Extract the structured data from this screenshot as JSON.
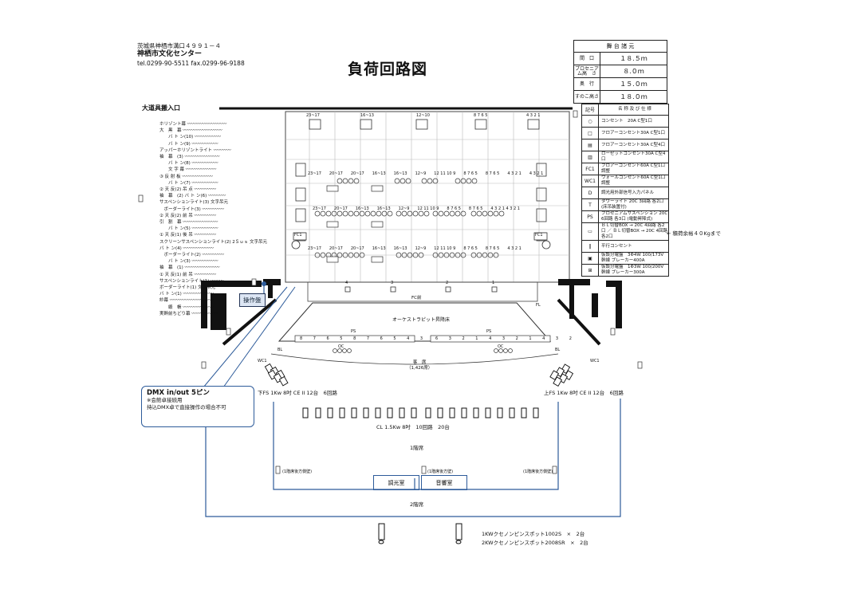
{
  "address": {
    "line1": "茨城県神栖市溝口４９９１－４",
    "org": "神栖市文化センター",
    "contact": "tel.0299-90-5511 fax.0299-96-9188"
  },
  "title": "負荷回路図",
  "stage_spec": {
    "heading": "舞 台 諸 元",
    "rows": [
      {
        "key": "間　口",
        "value": "１８.５ｍ"
      },
      {
        "key": "プロセニアム高　さ",
        "value": "８.０ｍ"
      },
      {
        "key": "奥　行",
        "value": "１５.０ｍ"
      },
      {
        "key": "すのこ高さ",
        "value": "１８.０ｍ"
      }
    ]
  },
  "legend": {
    "header_symbol": "記号",
    "header_name": "名 称 及 び 仕 様",
    "items": [
      {
        "symbol": "○",
        "text": "コンセント　20A C型1口"
      },
      {
        "symbol": "□",
        "text": "フロアーコンセント30A C型1口"
      },
      {
        "symbol": "▤",
        "text": "フロアーコンセント30A C型4口"
      },
      {
        "symbol": "▥",
        "text": "ローゼットコンセント30A C型4口"
      },
      {
        "symbol": "FC1",
        "text": "フロアーコンセント60A C型1口 調整"
      },
      {
        "symbol": "WC1",
        "text": "ウォールコンセント60A C型1口 調整"
      },
      {
        "symbol": "D",
        "text": "調光用外部信号入力パネル"
      },
      {
        "symbol": "T",
        "text": "タワーライト 20C 3回路 各2口 (床吊装置付)"
      },
      {
        "symbol": "PS",
        "text": "プロセニアムサスペンション 20C 6回路 各3口 (電動昇降式)"
      },
      {
        "symbol": "▭",
        "text": "ＢＬ切替BOX → 20C 4回路 各2口 ／ ＢＬ切替BOX → 20C 4回路 各2口"
      },
      {
        "symbol": "‖",
        "text": "平行コンセント"
      },
      {
        "symbol": "▣",
        "text": "仮設分電盤　3Φ4W 100/173V 幹線 ブレーカー400A"
      },
      {
        "symbol": "⊞",
        "text": "仮設分電盤　1Φ3W 100/200V 幹線 ブレーカー300A"
      }
    ]
  },
  "capacity_note": "← 積荷余裕４０Kgまで",
  "entrance": "大道具搬入口",
  "left_labels": [
    "ホリゾント幕 〰〰〰〰〰〰〰〰〰",
    "大　黒　幕 〰〰〰〰〰〰〰〰〰",
    "　　バ ト ン(10) 〰〰〰〰〰〰",
    "　　バ ト ン(9) 〰〰〰〰〰〰",
    "アッパーホリゾントライト 〰〰〰〰",
    "袖　幕　(3) 〰〰〰〰〰〰〰〰",
    "　　バ ト ン(8) 〰〰〰〰〰〰",
    "　　文 字 幕 〰〰〰〰〰〰〰",
    "③ 反 射 板 〰〰〰〰〰〰〰",
    "　　バ ト ン(7) 〰〰〰〰〰〰",
    "② 天 反(2) 吊 点 〰〰〰〰〰",
    "袖　幕　(2) バ ト ン(6) 〰〰〰〰",
    "サスペンションライト(3) 文字吊元",
    "　ボーダーライト(3) 〰〰〰〰〰",
    "② 天 反(2) 前 吊 〰〰〰〰〰",
    "引　割　幕 〰〰〰〰〰〰〰〰",
    "　　バ ト ン(5) 〰〰〰〰〰〰",
    "① 天 反(1) 後 吊 〰〰〰〰〰",
    "スクリーンサスペンションライト(2) 2Ｓｕｓ 文字吊元",
    "バ ト ン(4) 〰〰〰〰〰〰〰",
    "　ボーダーライト(2) 〰〰〰〰〰",
    "　　バ ト ン(3) 〰〰〰〰〰〰",
    "袖　幕　(1) 〰〰〰〰〰〰〰〰",
    "① 天 反(1) 前 吊 〰〰〰〰〰",
    "サスペンションライト(1) 〰〰〰",
    "ボーダーライト(1) 文字吊元",
    "バ ト ン(1) 〰〰〰〰〰〰〰",
    "紗幕 〰〰〰〰〰〰〰〰〰〰",
    "　　緞　帳 〰〰〰〰〰〰〰",
    "実幹前ちどり幕 〰〰〰〰〰〰"
  ],
  "operator_desk": "操作盤",
  "dmx": {
    "heading": "DMX in/out 5ピン",
    "note1": "※会館卓接続用",
    "note2": "持込DMX卓で直接操作の場合不可"
  },
  "stage": {
    "batten_rows": [
      "23~17　　20~17　　20~17　　16~13　　16~13　　12~9　　12 11 10 9　　8 7 6 5　　8 7 6 5　　4 3 2 1　　4 3 2 1",
      "23~17　　20~17　　16~13　　16~13　　12~9　　12 11 10 9　　8 7 6 5　　8 7 6 5　　4 3 2 1 4 3 2 1",
      "23~17　　20~17　　20~17　　16~13　　16~13　　12~9　　12 11 10 9　　8 7 6 5　　8 7 6 5　　4 3 2 1"
    ],
    "top_bays": [
      "23~17",
      "16~13",
      "12~10",
      "8 7 6 5",
      "4 3 2 1"
    ],
    "fc_labels": [
      "FC1",
      "FC1"
    ],
    "fc_mid": "FC前",
    "pillar_numbers": [
      "4",
      "3",
      "2",
      "1"
    ],
    "ps_left_nums": "8 7 6 5 8 7 6 5 4 3",
    "ps_right_nums": "6 3 2 1 4 3 2 1 4 3 2",
    "ps_label": "PS",
    "oc_label": "OC",
    "wc_label": "WC1",
    "bl_label": "BL",
    "fl_label": "FL",
    "orchestra": "オーケストラピット昇降床",
    "audience": "客　席",
    "audience_count": "（1,426席）"
  },
  "fs_left": "下FS 1Kw 8吋 CE II 12台　6回路",
  "fs_right": "上FS 1Kw 8吋 CE II 12台　6回路",
  "cl": "CL 1.5Kw 8吋　10回路　20台",
  "floor1": "1階席",
  "floor2": "2階席",
  "side_left": "(1階席後方側壁)",
  "side_center": "(1階席後方壁)",
  "side_right": "(1階席後方側壁)",
  "rooms": [
    "調光室",
    "音響室"
  ],
  "spot1": "1KWクセノンピンスポット1002S　×　2台",
  "spot2": "2KWクセノンピンスポット2008SR　×　2台"
}
